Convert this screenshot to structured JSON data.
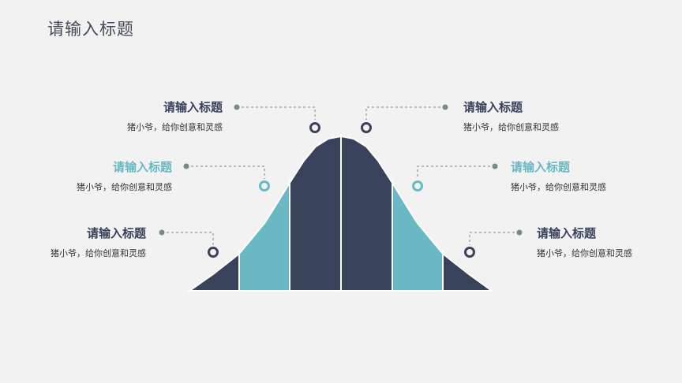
{
  "page": {
    "title": "请输入标题"
  },
  "colors": {
    "dark": "#38425a",
    "teal": "#69b8c4",
    "connector": "#7a8a84",
    "background": "#f2f2f2"
  },
  "labels": [
    {
      "side": "left",
      "level": "top",
      "title": "请输入标题",
      "subtitle": "猪小爷，给你创意和灵感",
      "color": "#38425a"
    },
    {
      "side": "left",
      "level": "middle",
      "title": "请输入标题",
      "subtitle": "猪小爷，给你创意和灵感",
      "color": "#69b8c4"
    },
    {
      "side": "left",
      "level": "bottom",
      "title": "请输入标题",
      "subtitle": "猪小爷，给你创意和灵感",
      "color": "#38425a"
    },
    {
      "side": "right",
      "level": "top",
      "title": "请输入标题",
      "subtitle": "猪小爷，给你创意和灵感",
      "color": "#38425a"
    },
    {
      "side": "right",
      "level": "middle",
      "title": "请输入标题",
      "subtitle": "猪小爷，给你创意和灵感",
      "color": "#69b8c4"
    },
    {
      "side": "right",
      "level": "bottom",
      "title": "请输入标题",
      "subtitle": "猪小爷，给你创意和灵感",
      "color": "#38425a"
    }
  ]
}
